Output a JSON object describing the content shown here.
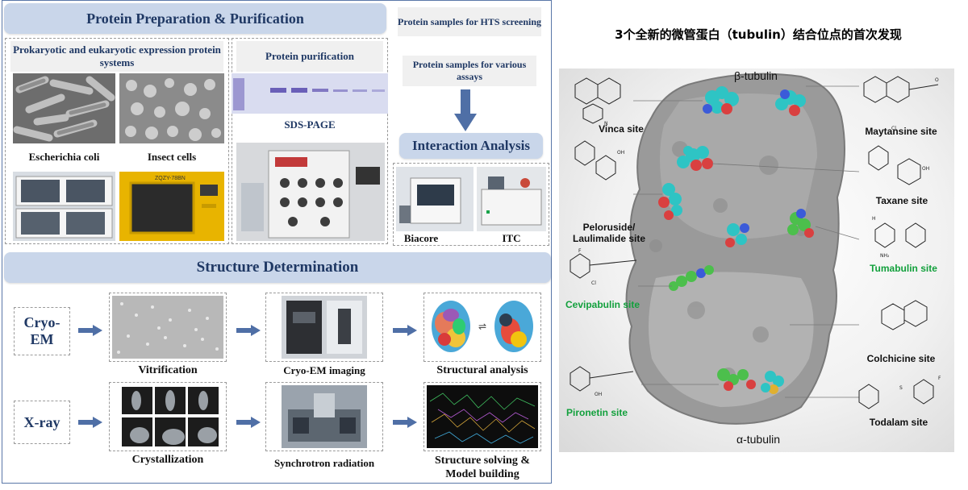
{
  "prep": {
    "header": "Protein Preparation & Purification",
    "expression_title": "Prokaryotic and  eukaryotic expression protein systems",
    "purification_title": "Protein purification",
    "ecoli": "Escherichia coli",
    "insect": "Insect cells",
    "sds": "SDS-PAGE",
    "incubator_text": "ZQZY-78BN"
  },
  "samples": {
    "hts": "Protein samples for HTS screening",
    "assays": "Protein samples for various assays"
  },
  "interaction": {
    "header": "Interaction Analysis",
    "biacore": "Biacore",
    "itc": "ITC"
  },
  "structure": {
    "header": "Structure Determination",
    "cryo_label": "Cryo-EM",
    "xray_label": "X-ray",
    "vitrification": "Vitrification",
    "cryo_imaging": "Cryo-EM imaging",
    "structural_analysis": "Structural analysis",
    "crystallization": "Crystallization",
    "synchrotron": "Synchrotron radiation",
    "solving": "Structure solving & Model building"
  },
  "tubulin": {
    "title": "3个全新的微管蛋白（tubulin）结合位点的首次发现",
    "beta": "β-tubulin",
    "alpha": "α-tubulin",
    "sites": {
      "vinca": "Vinca site",
      "maytansine": "Maytansine site",
      "taxane": "Taxane site",
      "peloruside": "Peloruside/ Laulimalide site",
      "tumabulin": "Tumabulin site",
      "cevipabulin": "Cevipabulin site",
      "colchicine": "Colchicine site",
      "pironetin": "Pironetin site",
      "todalam": "Todalam site"
    },
    "atoms": {
      "nh2": "NH₂",
      "oh": "OH",
      "cl": "Cl",
      "f": "F",
      "n": "N",
      "o": "O",
      "s": "S",
      "h": "H"
    }
  },
  "colors": {
    "header_bg": "#c9d6ea",
    "header_text": "#1f3864",
    "new_site_green": "#12a03c",
    "arrow": "#4f6fa6"
  }
}
